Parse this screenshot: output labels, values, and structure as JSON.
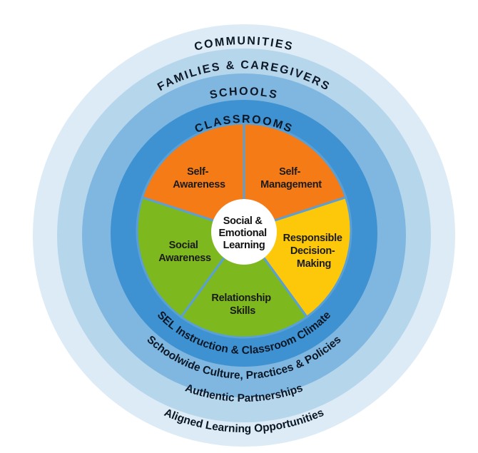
{
  "rings": {
    "communities": {
      "label": "COMMUNITIES",
      "bottom_label": "Aligned Learning Opportunities",
      "color": "#dcebf5"
    },
    "families": {
      "label": "FAMILIES & CAREGIVERS",
      "bottom_label": "Authentic Partnerships",
      "color": "#b6d6ec"
    },
    "schools": {
      "label": "SCHOOLS",
      "bottom_label": "Schoolwide Culture, Practices & Policies",
      "color": "#7fb7e0"
    },
    "classrooms": {
      "label": "CLASSROOMS",
      "bottom_label": "SEL Instruction & Classroom Climate",
      "color": "#3f92d2"
    }
  },
  "center": {
    "lines": [
      "Social &",
      "Emotional",
      "Learning"
    ]
  },
  "competencies": [
    {
      "lines": [
        "Self-",
        "Management"
      ],
      "color": "#f47b16"
    },
    {
      "lines": [
        "Responsible",
        "Decision-",
        "Making"
      ],
      "color": "#fdc70a"
    },
    {
      "lines": [
        "Relationship",
        "Skills"
      ],
      "color": "#7cb81e"
    },
    {
      "lines": [
        "Social",
        "Awareness"
      ],
      "color": "#7cb81e"
    },
    {
      "lines": [
        "Self-",
        "Awareness"
      ],
      "color": "#f47b16"
    }
  ]
}
